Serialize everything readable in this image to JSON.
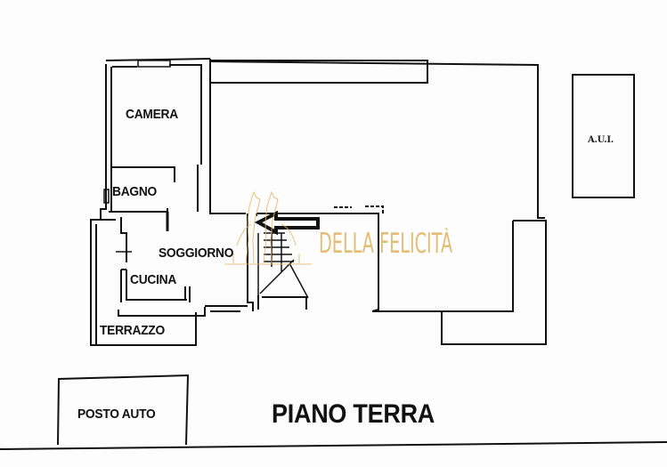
{
  "plan": {
    "title": "PIANO TERRA",
    "rooms": [
      {
        "id": "camera",
        "label": "CAMERA"
      },
      {
        "id": "bagno",
        "label": "BAGNO"
      },
      {
        "id": "soggiorno",
        "label": "SOGGIORNO"
      },
      {
        "id": "cucina",
        "label": "CUCINA"
      },
      {
        "id": "terrazzo",
        "label": "TERRAZZO"
      },
      {
        "id": "posto-auto",
        "label": "POSTO AUTO"
      },
      {
        "id": "aui",
        "label": "A.U.I."
      }
    ],
    "entrance_marker": "arrow-left-icon"
  },
  "watermark": {
    "text": "DELLA FELICITÀ",
    "logo": "giraffes-logo-icon",
    "color": "#e2b767"
  },
  "colors": {
    "line": "#111111",
    "background": "#fdfdfd"
  }
}
